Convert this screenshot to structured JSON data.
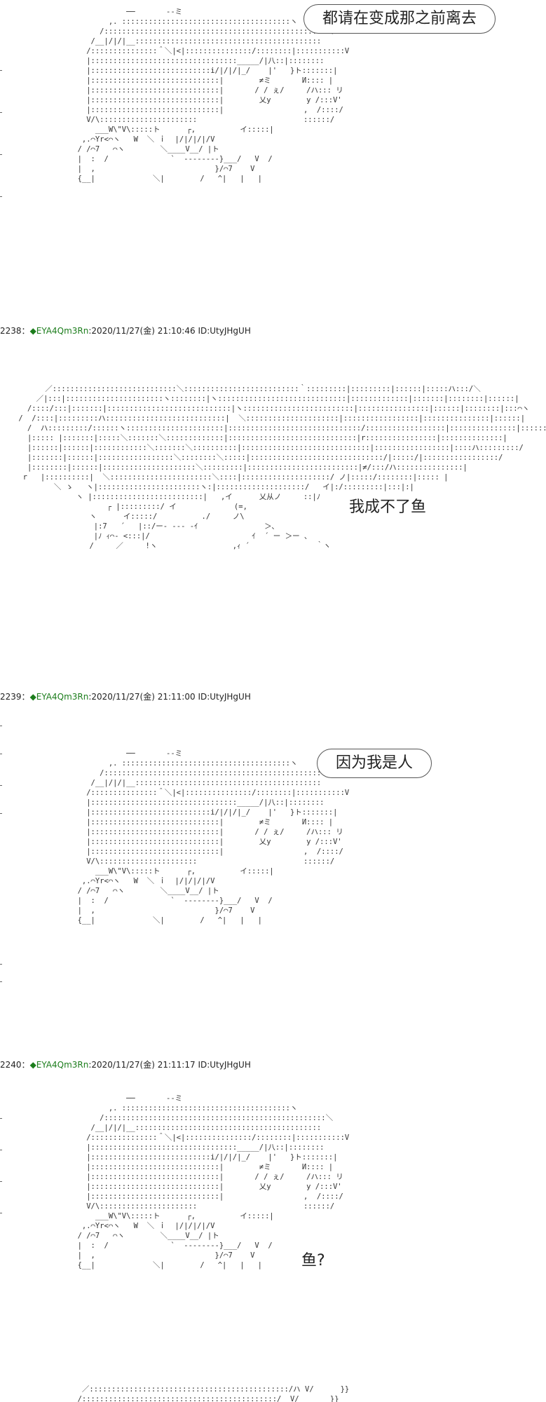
{
  "posts": [
    {
      "number": "2238",
      "separator": "：",
      "diamond": "◆",
      "trip": "EYA4Qm3Rn",
      "date": ":2020/11/27(金) 21:10:46",
      "id": "ID:UtyJHgUH"
    },
    {
      "number": "2239",
      "separator": "：",
      "diamond": "◆",
      "trip": "EYA4Qm3Rn",
      "date": ":2020/11/27(金) 21:11:00",
      "id": "ID:UtyJHgUH"
    },
    {
      "number": "2240",
      "separator": "：",
      "diamond": "◆",
      "trip": "EYA4Qm3Rn",
      "date": ":2020/11/27(金) 21:11:17",
      "id": "ID:UtyJHgUH"
    }
  ],
  "dialogue": {
    "line1": "都请在变成那之前离去",
    "line2": "我成不了鱼",
    "line3": "因为我是人",
    "line4": "鱼?"
  },
  "ascii_art": {
    "figure_a": "                   ──       -‐ミ\n               ,. ::::::::::::::::::::::::::::::::::::::ヽ\n             /::::::::::::::::::::::::::::::::::::::::::::::::::＼\n           /__|/|/|__::::::::::::::::::::::::::::::::::::::::::\n          /:::::::::::::::＾＼|<|:::::::::::::::/::::::::|:::::::::::V\n          |:::::::::::::::::::::::::::::::::_____/|八::|::::::::\n          |:::::::::::::::::::::::::::i/|/|/|_/    |'   }ト:::::::|\n          |:::::::::::::::::::::::::::::|        ≠ミ       И:::: |\n          |:::::::::::::::::::::::::::::|       / / ぇ/     /ハ::: リ\n          |:::::::::::::::::::::::::::::|        乂y        y /:::V'\n          |:::::::::::::::::::::::::::::|                  ,  /::::/\n          V/\\::::::::::::::::::::::                        ::::::/\n            ___W\\\"V\\:::::ト      ┌,          イ:::::|\n         ,.⌒Yr<⌒ヽ   W  ＼ ｉ  |/|/|/|/V\n        / /⌒7   ⌒ヽ        ＼____V__/ |ト\n        |  :  /              `  --------}___/   V  /\n        |  ,                           }/⌒7    V\n        {__|             ＼|        /   ^|   |   |",
    "figure_b": "       ／::::::::::::::::::::::::::::＼::::::::::::::::::::::::::｀:::::::::|:::::::::|::::::|:::::ハ:::/＼\n     ／|:::|::::::::::::::::::::::ヽ::::::::|ヽ:::::::::::::::::::::::::::::|:::::::::::::|:::::::|::::::::|::::::|\n   /::::/:::|:::::::|::::::::::::::::::::::::::::|ヽ:::::::::::::::::::::::::|::::::::::::::::|::::::|::::::::|:::⌒ヽ\n /  /::::|:::::::::ハ:::::::::::::::::::::::::::|  ＼:::::::::::::::::::::|:::::::::::::::::|:::::::::::::::|::::::|\n   /  ハ:::::::::/::::::ヽ::::::::::::::::::::::|::::::::::::::::::::::::::::::/::::::::::::::::::|:::::::::::::::|::::::|\n   |::::: |:::::::|:::::＼:::::::＼:::::::::::::|:::::::::::::::::::::::::::::|r::::::::::::::::|::::::::::::::|\n   |::::::|::::::|::::::::::::＼:::::::＼::::::::::|:::::::::::::::::::::::::::::|:::::::::::::::::|::::ハ:::::::::/\n   |:::::::|::::::|:::::::::::::::::＼::::::::＼:::::|::::::::::::::::::::::::::::::/|:::::/|:::::::::::::::::/\n   |::::::::|::::::|:::::::::::::::::::::＼:::::::::|:::::::::::::::::::::::::|≠/:::/ハ:::::::::::::::|\n  r   |::::::::::|  ＼:::::::::::::::::::::::＼::::|::::::::::::::::::::/ ノ|:::::/::::::::|::::: |\n         ＼ ゝ   ヽ|:::::::::::::::::::::::ヽ:|::::::::::::::::::::/   イ|:/:::::::::|:::|:|\n              ヽ |:::::::::::::::::::::::::|   ,イ      乂从ノ     ::|ﾉ\n                     ┌ |:::::::::/ イ             (=,\n                 ヽ      イ:::::/          ./     ノ\\\n                  |:7   ´   |::/ー- ‐-- -ｲ               ＞､\n                  |ﾉ ｨ⌒‐ <:::|/                       ｲ  ´ ー ＞ー 、\n                 /     ／     !ヽ                 ,ｨ ´               ｀ヽ",
    "figure_c": "                   ──       -‐ミ\n               ,. ::::::::::::::::::::::::::::::::::::::ヽ\n             /::::::::::::::::::::::::::::::::::::::::::::::::::＼\n           /__|/|/|__::::::::::::::::::::::::::::::::::::::::::\n          /:::::::::::::::＾＼|<|:::::::::::::::/::::::::|:::::::::::V\n          |:::::::::::::::::::::::::::::::::_____/|八::|::::::::\n          |:::::::::::::::::::::::::::i/|/|/|_/    |'   }ト:::::::|\n          |:::::::::::::::::::::::::::::|        ≠ミ       И:::: |\n          |:::::::::::::::::::::::::::::|       / / ぇ/     /ハ::: リ\n          |:::::::::::::::::::::::::::::|        乂y        y /:::V'\n          |:::::::::::::::::::::::::::::|                  ,  /::::/\n          V/\\::::::::::::::::::::::                        ::::::/\n            ___W\\\"V\\:::::ト      ┌,          イ:::::|\n         ,.⌒Yr<⌒ヽ   W  ＼ ｉ  |/|/|/|/V\n        / /⌒7   ⌒ヽ        ＼____V__/ |ト\n        |  :  /              `  --------}___/   V  /\n        |  ,                           }/⌒7    V\n        {__|             ＼|        /   ^|   |   |",
    "figure_d": "                   ──       -‐ミ\n               ,. ::::::::::::::::::::::::::::::::::::::ヽ\n             /::::::::::::::::::::::::::::::::::::::::::::::::::＼\n           /__|/|/|__::::::::::::::::::::::::::::::::::::::::::\n          /:::::::::::::::＾＼|<|:::::::::::::::/::::::::|:::::::::::V\n          |:::::::::::::::::::::::::::::::::_____/|八::|::::::::\n          |:::::::::::::::::::::::::::i/|/|/|_/    |'   }ト:::::::|\n          |:::::::::::::::::::::::::::::|        ≠ミ       И:::: |\n          |:::::::::::::::::::::::::::::|       / / ぇ/     /ハ::: リ\n          |:::::::::::::::::::::::::::::|        乂y        y /:::V'\n          |:::::::::::::::::::::::::::::|                  ,  /::::/\n          V/\\::::::::::::::::::::::                        ::::::/\n            ___W\\\"V\\:::::ト      ┌,          イ:::::|\n         ,.⌒Yr<⌒ヽ   W  ＼ ｉ  |/|/|/|/V\n        / /⌒7   ⌒ヽ        ＼____V__/ |ト\n        |  :  /              `  --------}___/   V  /\n        |  ,                           }/⌒7    V\n        {__|             ＼|        /   ^|   |   |",
    "figure_e_partial": "         ／:::::::::::::::::::::::::::::::::::::::::::::/ハ V/      }}\n        /::::::::::::::::::::::::::::::::::::::::::::/  V/       }}"
  }
}
